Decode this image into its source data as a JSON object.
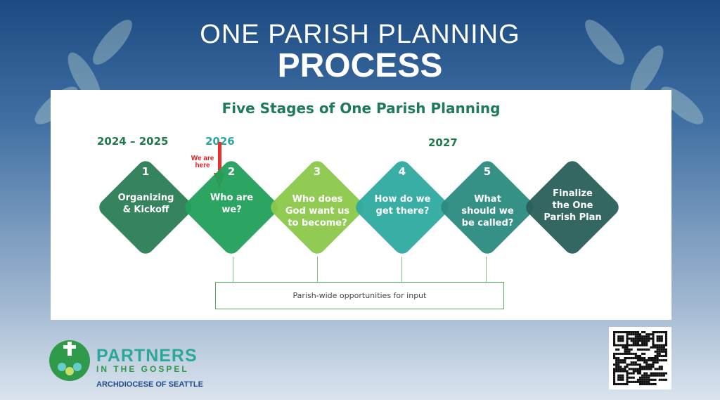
{
  "header": {
    "line1": "ONE PARISH PLANNING",
    "line2": "PROCESS"
  },
  "card": {
    "title": "Five Stages of One Parish Planning",
    "years": [
      "2024 – 2025",
      "2026",
      "2027"
    ],
    "marker": "We are here",
    "stages": [
      {
        "num": "1",
        "label": "Organizing & Kickoff",
        "color": "#2b7d55"
      },
      {
        "num": "2",
        "label": "Who are we?",
        "color": "#22a05a"
      },
      {
        "num": "3",
        "label": "Who does God want us to become?",
        "color": "#8cc84b"
      },
      {
        "num": "4",
        "label": "How do we get there?",
        "color": "#2eaaa0"
      },
      {
        "num": "5",
        "label": "What should we be called?",
        "color": "#2a8a7f"
      },
      {
        "num": "",
        "label": "Finalize the One Parish Plan",
        "color": "#2a5f5a"
      }
    ],
    "input_box": "Parish-wide opportunities for input"
  },
  "logo": {
    "line1": "PARTNERS",
    "line2": "IN THE GOSPEL",
    "line3": "ARCHDIOCESE OF SEATTLE"
  }
}
